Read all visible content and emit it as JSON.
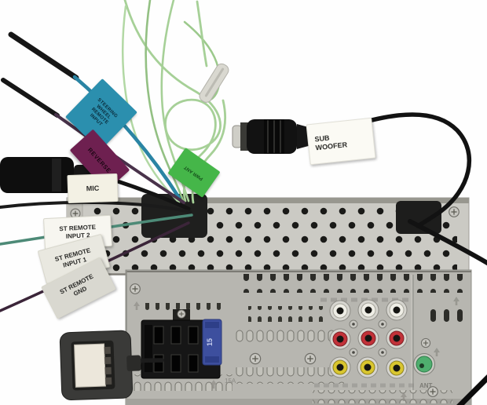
{
  "photo": {
    "labels": {
      "steering": {
        "lines": [
          "STEERING",
          "WHEEL",
          "REMOTE",
          "INPUT"
        ]
      },
      "reverse": {
        "text": "REVERSE"
      },
      "mic": {
        "text": "MIC"
      },
      "st_remote_input_2": {
        "lines": [
          "ST REMOTE",
          "INPUT 2"
        ]
      },
      "st_remote_input_1": {
        "lines": [
          "ST REMOTE",
          "INPUT 1"
        ]
      },
      "st_remote_gnd": {
        "lines": [
          "ST REMOTE",
          "GND"
        ]
      },
      "sub_woofer": {
        "lines": [
          "SUB",
          "WOOFER"
        ]
      },
      "pwr_ant": {
        "text": "PWR ANT"
      }
    },
    "chassis_markings": {
      "fuse_value": "15",
      "fuse_rating": "15A",
      "antenna": "ANT"
    },
    "colors": {
      "steering_label_bg": "#2b8fae",
      "reverse_label_bg": "#6e2050",
      "pwr_ant_label_bg": "#45b649",
      "green_wire": "#a6d097",
      "cyan_wire": "#2a84a4",
      "purple_wire": "#49324a",
      "teal_wire": "#4d8a77",
      "fuse_body": "#3d4f9e",
      "rca_white": "#efeee6",
      "rca_red": "#c23239",
      "rca_yellow": "#d9c62f",
      "antenna_jack": "#4fae6e"
    }
  }
}
